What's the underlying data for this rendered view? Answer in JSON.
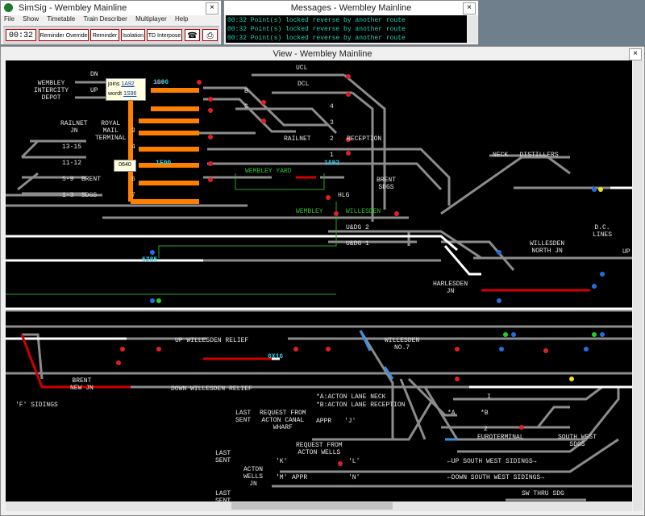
{
  "simsig_window": {
    "title": "SimSig - Wembley Mainline",
    "close_glyph": "×",
    "menu": [
      "File",
      "Show",
      "Timetable",
      "Train Describer",
      "Multiplayer",
      "Help"
    ],
    "clock": "00:32",
    "buttons": [
      "Reminder Override",
      "Reminder",
      "Isolation",
      "TD Interpose"
    ],
    "tool_icons": [
      "telephone-icon",
      "printer-icon"
    ]
  },
  "messages_window": {
    "title": "Messages - Wembley Mainline",
    "close_glyph": "×",
    "lines": [
      "00:32 Point(s) locked reverse by another route",
      "00:32 Point(s) locked reverse by another route",
      "00:32 Point(s) locked reverse by another route"
    ]
  },
  "view_window": {
    "title": "View - Wembley Mainline",
    "close_glyph": "×"
  },
  "tooltip": {
    "line1_prefix": "joins ",
    "line1_link": "1A92",
    "line2_prefix": "wordt ",
    "line2_link": "1S96"
  },
  "tooltip_small": "0640",
  "berths": [
    "1S96",
    "1F00",
    "1A92",
    "5Z85",
    "6X16"
  ],
  "labels": {
    "dn": "DN",
    "up": "UP",
    "wembley_intercity_depot": "WEMBLEY\nINTERCITY\nDEPOT",
    "railnet_jn": "RAILNET\nJN",
    "royal_mail_terminal": "ROYAL\nMAIL\nTERMINAL",
    "ucl": "UCL",
    "dcl": "DCL",
    "b": "B",
    "c": "C",
    "railnet": "RAILNET",
    "reception": "RECEPTION",
    "wembley_yard": "WEMBLEY YARD",
    "brent_sdgs_top": "BRENT\nSDGS",
    "hlg": "HLG",
    "wembley": "WEMBLEY",
    "willesden": "WILLESDEN",
    "udg2": "U&DG 2",
    "udg1": "U&DG 1",
    "neck_distillers": "NECK   DISTILLERS",
    "dc_lines": "D.C.\nLINES",
    "willesden_north_jn": "WILLESDEN\nNORTH JN",
    "harlesden_jn": "HARLESDEN\nJN",
    "up_willesden_relief": "UP WILLESDEN RELIEF",
    "down_willesden_relief": "DOWN WILLESDEN RELIEF",
    "willesden_no7": "WILLESDEN\nNO.7",
    "brent_new_jn": "BRENT\nNEW JN",
    "f_sidings": "'F' SIDINGS",
    "acton_lane_neck": "*A:ACTON LANE NECK",
    "acton_lane_reception": "*B:ACTON LANE RECEPTION",
    "last_sent": "LAST\nSENT",
    "request_acton_canal": "REQUEST FROM\nACTON CANAL\nWHARF",
    "appr": "APPR",
    "j": "'J'",
    "k": "'K'",
    "l": "'L'",
    "m": "'M'",
    "n": "'N'",
    "request_acton_wells": "REQUEST FROM\nACTON WELLS",
    "acton_wells_jn": "ACTON\nWELLS\nJN",
    "euroterminal": "EUROTERMINAL",
    "south_west_sdgs": "SOUTH WEST\nSDGS",
    "up_south_west_sidings": "←UP SOUTH WEST SIDINGS→",
    "down_south_west_sidings": "←DOWN SOUTH WEST SIDINGS→",
    "sw_thru_sdg": "SW THRU SDG",
    "sdgs_13_15": "13-15",
    "sdgs_11_12": "11-12",
    "sdgs_5_9": "5-9  BRENT",
    "sdgs_1_3": "1-3  SDGS",
    "up_right": "UP",
    "mail_1": "1",
    "mail_3": "3",
    "mail_4": "4",
    "mail_5": "5",
    "mail_6": "6",
    "mail_7": "7",
    "rl_1": "1",
    "rl_2": "2",
    "rl_3": "3",
    "rl_4": "4",
    "i": "I",
    "two": "2",
    "star_a": "*A",
    "star_b": "*B"
  },
  "colors": {
    "track": "#8c8c8c",
    "route_set": "#ffffff",
    "occupied": "#d00000",
    "yard": "#ff7f00",
    "signal_red": "#e02020",
    "signal_blue": "#2070e0",
    "signal_green": "#20d020",
    "signal_yellow": "#f0e020",
    "berth_text": "#29d0e8",
    "label_text": "#e6e6e6",
    "yard_text": "#2ec02e"
  }
}
